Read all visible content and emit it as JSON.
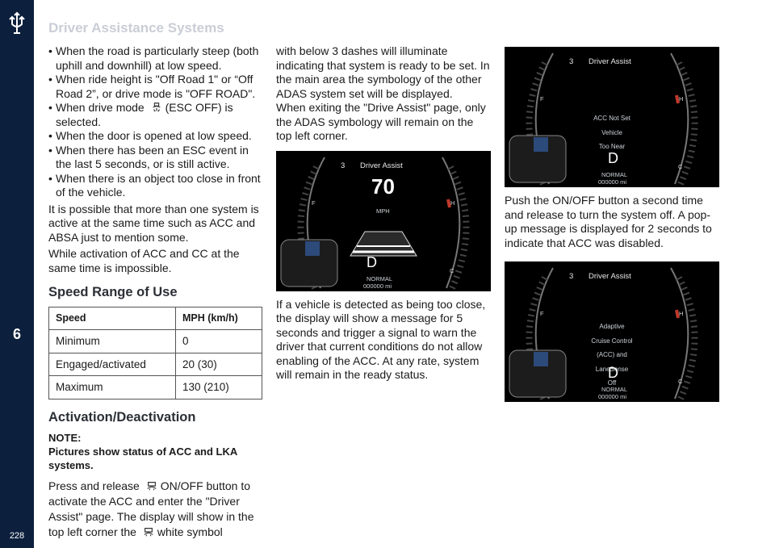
{
  "header": {
    "title": "Driver Assistance Systems"
  },
  "sidebar": {
    "chapter": "6",
    "page_number": "228"
  },
  "column1": {
    "bullets": [
      "When the road is particularly steep (both uphill and downhill) at low speed.",
      "When ride height is \"Off Road 1\" or “Off Road 2”, or drive mode is \"OFF ROAD\".",
      "When drive mode",
      "When the door is opened at low speed.",
      "When there has been an ESC event in the last 5 seconds, or is still active.",
      "When there is an object too close in front of the vehicle."
    ],
    "bullet3_suffix": "(ESC OFF) is selected.",
    "para1": "It is possible that more than one system is active at the same time such as ACC and ABSA just to mention some.",
    "para2": "While activation of ACC and CC at the same time is impossible.",
    "section1_title": "Speed Range of Use",
    "table": {
      "headers": [
        "Speed",
        "MPH (km/h)"
      ],
      "rows": [
        [
          "Minimum",
          "0"
        ],
        [
          "Engaged/activated",
          "20 (30)"
        ],
        [
          "Maximum",
          "130 (210)"
        ]
      ]
    },
    "section2_title": "Activation/Deactivation",
    "note": "NOTE:\nPictures show status of ACC and LKA systems.",
    "press1": "Press and release",
    "press2": "ON/OFF button to activate the ACC and enter the \"Driver Assist\" page. The display will show in the top left corner the",
    "press3": "white symbol"
  },
  "column2": {
    "para1": "with below 3 dashes will illuminate indicating that system is ready to be set. In the main area the symbology of the other ADAS system set will be displayed.",
    "para2": "When exiting the \"Drive Assist\" page, only the ADAS symbology will remain on the top left corner.",
    "para3": "If a vehicle is detected as being too close, the display will show a message for 5 seconds and trigger a signal to warn the driver that current conditions do not allow enabling of the ACC. At any rate, system will remain in the ready status."
  },
  "column3": {
    "para1": "Push the ON/OFF button a second time and release to turn the system off. A pop-up message is displayed for 2 seconds to indicate that ACC was disabled."
  },
  "screens": {
    "title": "Driver Assist",
    "gap_label": "3",
    "speed": "70",
    "speed_unit": "MPH",
    "gear": "D",
    "mode": "NORMAL",
    "odometer": "000000",
    "odo_unit": "mi",
    "f_label": "F",
    "h_label": "H",
    "c_label": "C",
    "msg1": "ACC Not Set\nVehicle\nToo Near",
    "msg2": "Adaptive\nCruise Control\n(ACC) and\nLaneSense\nOff"
  }
}
